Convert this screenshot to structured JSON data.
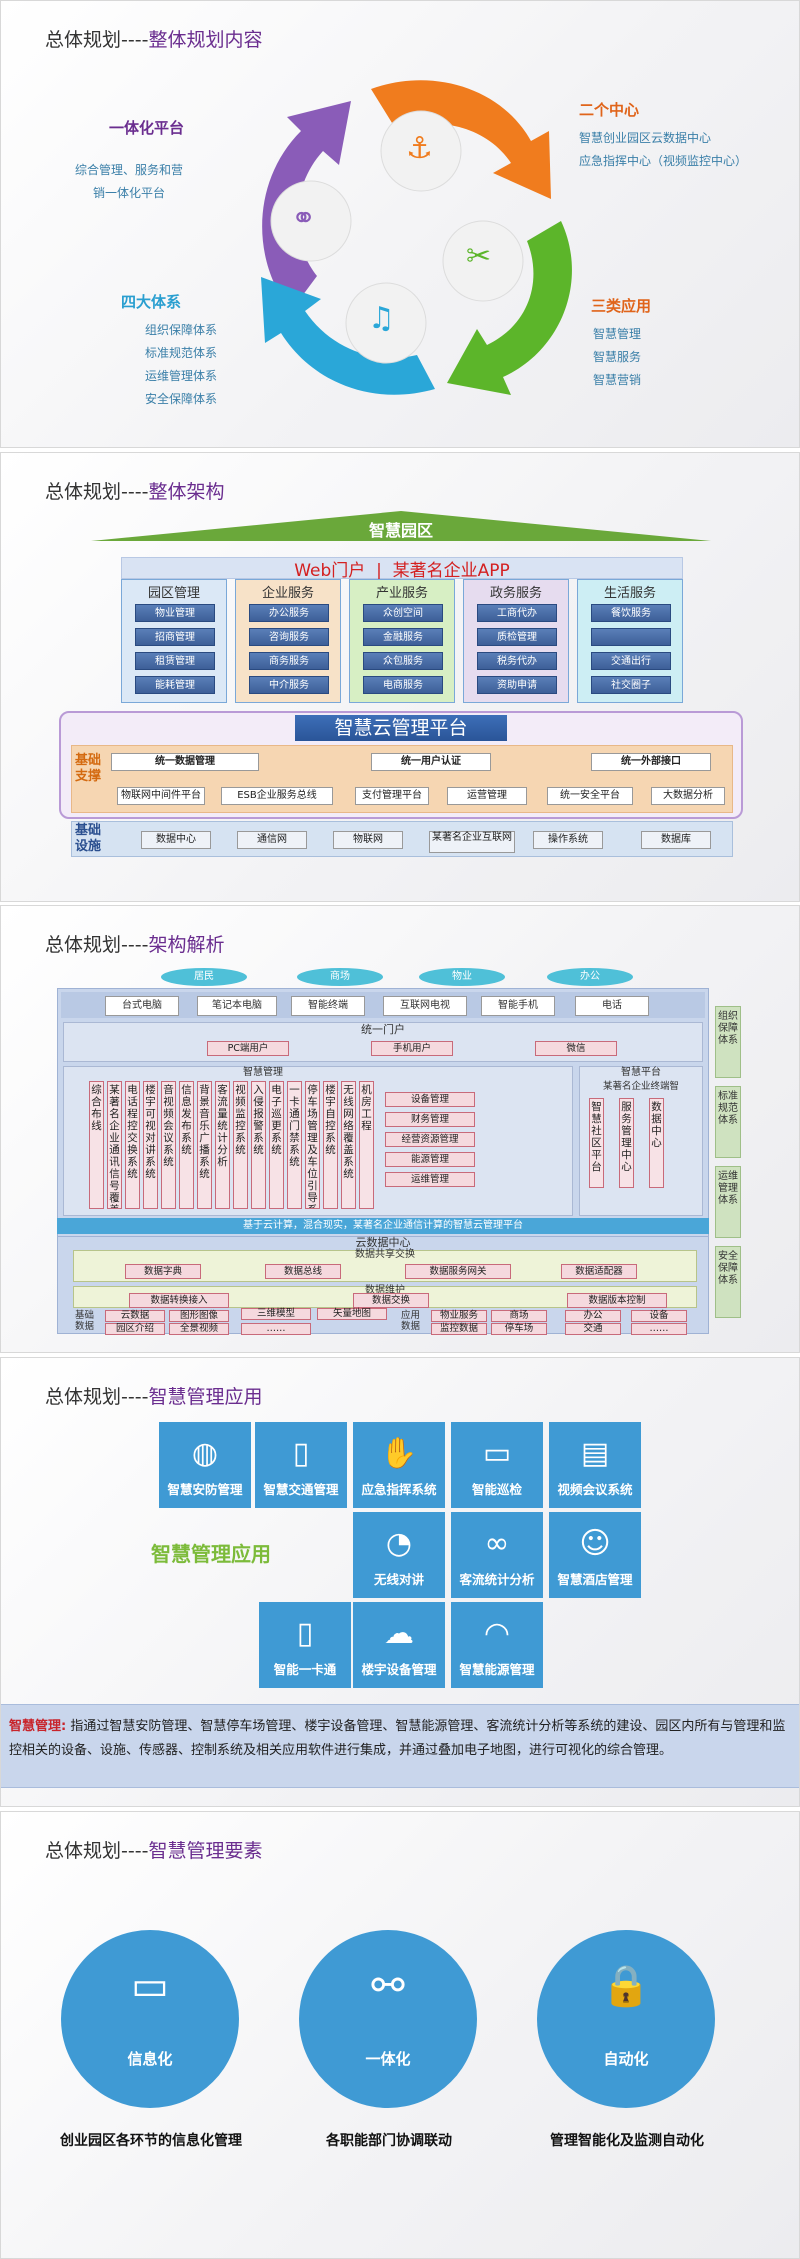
{
  "slide1": {
    "title_prefix": "总体规划----",
    "title_main": "整体规划内容",
    "platform": {
      "title": "一体化平台",
      "lines": [
        "综合管理、服务和营",
        "销一体化平台"
      ]
    },
    "centers": {
      "title": "二个中心",
      "lines": [
        "智慧创业园区云数据中心",
        "应急指挥中心（视频监控中心）"
      ]
    },
    "systems": {
      "title": "四大体系",
      "lines": [
        "组织保障体系",
        "标准规范体系",
        "运维管理体系",
        "安全保障体系"
      ]
    },
    "apps": {
      "title": "三类应用",
      "lines": [
        "智慧管理",
        "智慧服务",
        "智慧营销"
      ]
    },
    "colors": {
      "purple": "#8a5cb8",
      "orange": "#f07c1e",
      "green": "#5cb52a",
      "blue": "#2aa7d8"
    }
  },
  "slide2": {
    "title_prefix": "总体规划----",
    "title_main": "整体架构",
    "roof": "智慧园区",
    "portal": "Web门户  |  某著名企业APP",
    "columns": [
      {
        "title": "园区管理",
        "items": [
          "物业管理",
          "招商管理",
          "租赁管理",
          "能耗管理"
        ],
        "bg": "#dbe8f6"
      },
      {
        "title": "企业服务",
        "items": [
          "办公服务",
          "咨询服务",
          "商务服务",
          "中介服务"
        ],
        "bg": "#f7e2c8"
      },
      {
        "title": "产业服务",
        "items": [
          "众创空间",
          "金融服务",
          "众包服务",
          "电商服务"
        ],
        "bg": "#d7efc4"
      },
      {
        "title": "政务服务",
        "items": [
          "工商代办",
          "质检管理",
          "税务代办",
          "资助申请"
        ],
        "bg": "#e6dcef"
      },
      {
        "title": "生活服务",
        "items": [
          "餐饮服务",
          "",
          "交通出行",
          "社交圈子"
        ],
        "bg": "#cdeef4"
      }
    ],
    "cloud": "智慧云管理平台",
    "support": {
      "label": "基础支撑",
      "row1": [
        "统一数据管理",
        "统一用户认证",
        "统一外部接口"
      ],
      "row2": [
        "物联网中间件平台",
        "ESB企业服务总线",
        "支付管理平台",
        "运营管理",
        "统一安全平台",
        "大数据分析"
      ]
    },
    "infra": {
      "label": "基础设施",
      "items": [
        "数据中心",
        "通信网",
        "物联网",
        "某著名企业互联网",
        "操作系统",
        "数据库"
      ]
    }
  },
  "slide3": {
    "title_prefix": "总体规划----",
    "title_main": "架构解析",
    "users": [
      "居民",
      "商场",
      "物业",
      "办公"
    ],
    "devices": [
      "台式电脑",
      "笔记本电脑",
      "智能终端",
      "互联网电视",
      "智能手机",
      "电话"
    ],
    "portal": {
      "title": "统一门户",
      "items": [
        "PC端用户",
        "手机用户",
        "微信"
      ]
    },
    "mgmt_title": "智慧管理",
    "mgmt_items": [
      "综合布线",
      "某著名企业通讯信号覆盖系统",
      "电话程控交换系统",
      "楼宇可视对讲系统",
      "音视频会议系统",
      "信息发布系统",
      "背景音乐广播系统",
      "客流量统计分析",
      "视频监控系统",
      "入侵报警系统",
      "电子巡更系统",
      "一卡通门禁系统",
      "停车场管理及车位引导系统",
      "楼宇自控系统",
      "无线网络覆盖系统",
      "机房工程"
    ],
    "mgmt_right": [
      "设备管理",
      "财务管理",
      "经营资源管理",
      "能源管理",
      "运维管理"
    ],
    "platform": {
      "title": "智慧平台",
      "sub": "某著名企业终端智",
      "items": [
        "智慧社区平台",
        "服务管理中心",
        "数据中心"
      ]
    },
    "cloud_bar": "基于云计算，混合现实，某著名企业通信计算的智慧云管理平台",
    "dc": {
      "title": "云数据中心",
      "share_title": "数据共享交换",
      "share": [
        "数据字典",
        "数据总线",
        "数据服务网关",
        "数据适配器"
      ],
      "maint_title": "数据维护",
      "maint": [
        "数据转换接入",
        "数据交换",
        "数据版本控制"
      ],
      "base_label": "基础数据",
      "base": [
        "云数据",
        "图形图像",
        "三维模型",
        "矢量地图",
        "园区介绍",
        "全景视频",
        "……"
      ],
      "app_label": "应用数据",
      "app": [
        "物业服务",
        "商场",
        "办公",
        "设备",
        "监控数据",
        "停车场",
        "交通",
        "……"
      ]
    },
    "side": [
      "组织保障体系",
      "标准规范体系",
      "运维管理体系",
      "安全保障体系"
    ]
  },
  "slide4": {
    "title_prefix": "总体规划----",
    "title_main": "智慧管理应用",
    "center_label": "智慧管理应用",
    "tiles": [
      {
        "label": "智慧安防管理",
        "icon": "globe-icon",
        "glyph": "◍"
      },
      {
        "label": "智慧交通管理",
        "icon": "phone-icon",
        "glyph": "▯"
      },
      {
        "label": "应急指挥系统",
        "icon": "hand-icon",
        "glyph": "✋"
      },
      {
        "label": "智能巡检",
        "icon": "briefcase-icon",
        "glyph": "▭"
      },
      {
        "label": "视频会议系统",
        "icon": "document-icon",
        "glyph": "▤"
      },
      {
        "label": "无线对讲",
        "icon": "gauge-icon",
        "glyph": "◔"
      },
      {
        "label": "客流统计分析",
        "icon": "link-icon",
        "glyph": "∞"
      },
      {
        "label": "智慧酒店管理",
        "icon": "person-icon",
        "glyph": "☺"
      },
      {
        "label": "智能一卡通",
        "icon": "card-icon",
        "glyph": "▯"
      },
      {
        "label": "楼宇设备管理",
        "icon": "cloud-icon",
        "glyph": "☁"
      },
      {
        "label": "智慧能源管理",
        "icon": "wifi-icon",
        "glyph": "◠"
      }
    ],
    "desc_label": "智慧管理:",
    "desc_text": "指通过智慧安防管理、智慧停车场管理、楼宇设备管理、智慧能源管理、客流统计分析等系统的建设、园区内所有与管理和监控相关的设备、设施、传感器、控制系统及相关应用软件进行集成，并通过叠加电子地图，进行可视化的综合管理。"
  },
  "slide5": {
    "title_prefix": "总体规划----",
    "title_main": "智慧管理要素",
    "items": [
      {
        "label": "信息化",
        "caption": "创业园区各环节的信息化管理",
        "icon": "monitor-icon",
        "glyph": "▭"
      },
      {
        "label": "一体化",
        "caption": "各职能部门协调联动",
        "icon": "network-icon",
        "glyph": "⚯"
      },
      {
        "label": "自动化",
        "caption": "管理智能化及监测自动化",
        "icon": "lock-icon",
        "glyph": "🔒"
      }
    ]
  }
}
